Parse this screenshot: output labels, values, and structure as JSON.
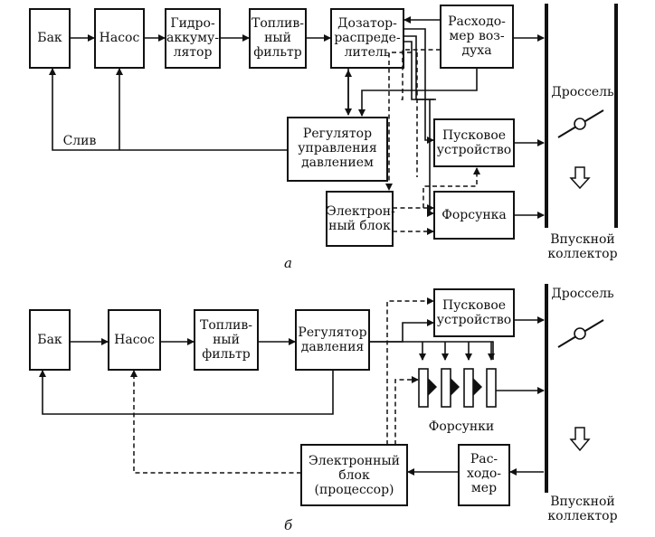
{
  "diagram_a": {
    "boxes": {
      "bak": "Бак",
      "nasos": "Насос",
      "gidroakkum": "Гидро-\nаккуму-\nлятор",
      "toplivny_filtr": "Топлив-\nный\nфильтр",
      "dozator": "Дозатор-\nраспреде-\nлитель",
      "raskhodomer": "Расходо-\nмер воз-\nдуха",
      "regulyator": "Регулятор\nуправления\nдавлением",
      "puskovoe": "Пусковое\nустройство",
      "elektronny_blok": "Электрон-\nный блок",
      "forsunka": "Форсунка"
    },
    "labels": {
      "sliv": "Слив",
      "drossel": "Дроссель",
      "vpusknoy": "Впускной\nколлектор",
      "caption": "а"
    }
  },
  "diagram_b": {
    "boxes": {
      "bak": "Бак",
      "nasos": "Насос",
      "toplivny_filtr": "Топлив-\nный\nфильтр",
      "regulyator": "Регулятор\nдавления",
      "puskovoe": "Пусковое\nустройство",
      "elektronny_blok": "Электронный\nблок\n(процессор)",
      "raskhodomer": "Рас-\nходо-\nмер"
    },
    "labels": {
      "forsunki": "Форсунки",
      "drossel": "Дроссель",
      "vpusknoy": "Впускной\nколлектор",
      "caption": "б"
    }
  }
}
